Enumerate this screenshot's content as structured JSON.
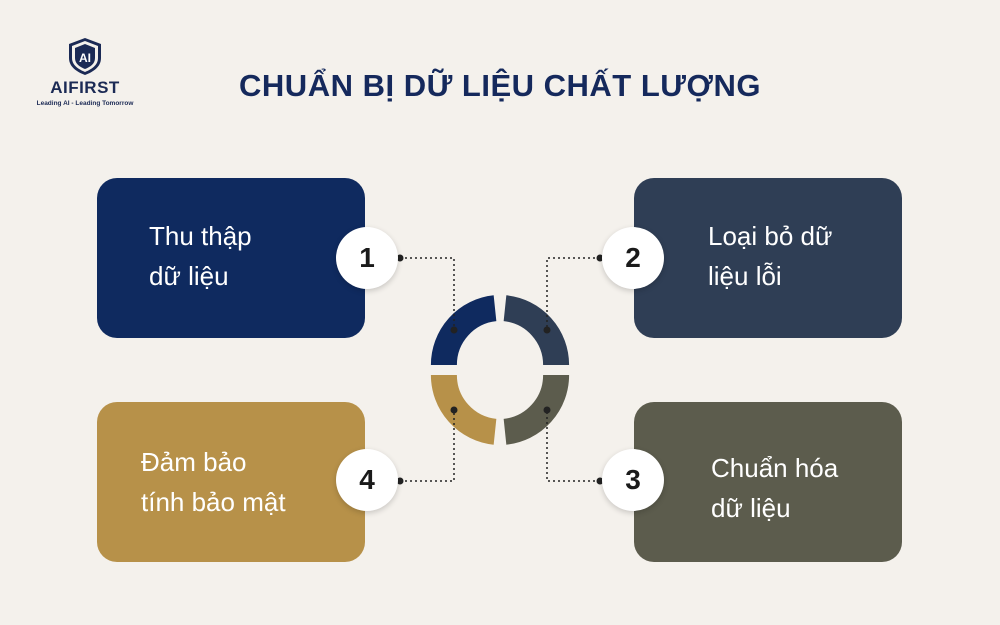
{
  "brand": {
    "logo_mark": "AI",
    "name": "AIFIRST",
    "tagline": "Leading AI - Leading Tomorrow"
  },
  "title": "CHUẨN BỊ DỮ LIỆU CHẤT LƯỢNG",
  "steps": [
    {
      "number": "1",
      "line1": "Thu thập",
      "line2": "dữ liệu",
      "color": "#0f2a5f"
    },
    {
      "number": "2",
      "line1": "Loại bỏ dữ",
      "line2": "liệu lỗi",
      "color": "#2f3e55"
    },
    {
      "number": "3",
      "line1": "Chuẩn hóa",
      "line2": "dữ liệu",
      "color": "#5c5c4d"
    },
    {
      "number": "4",
      "line1": "Đảm bảo",
      "line2": "tính bảo mật",
      "color": "#b79149"
    }
  ],
  "colors": {
    "background": "#f4f1ec",
    "title": "#15295c",
    "connector": "#222222"
  }
}
